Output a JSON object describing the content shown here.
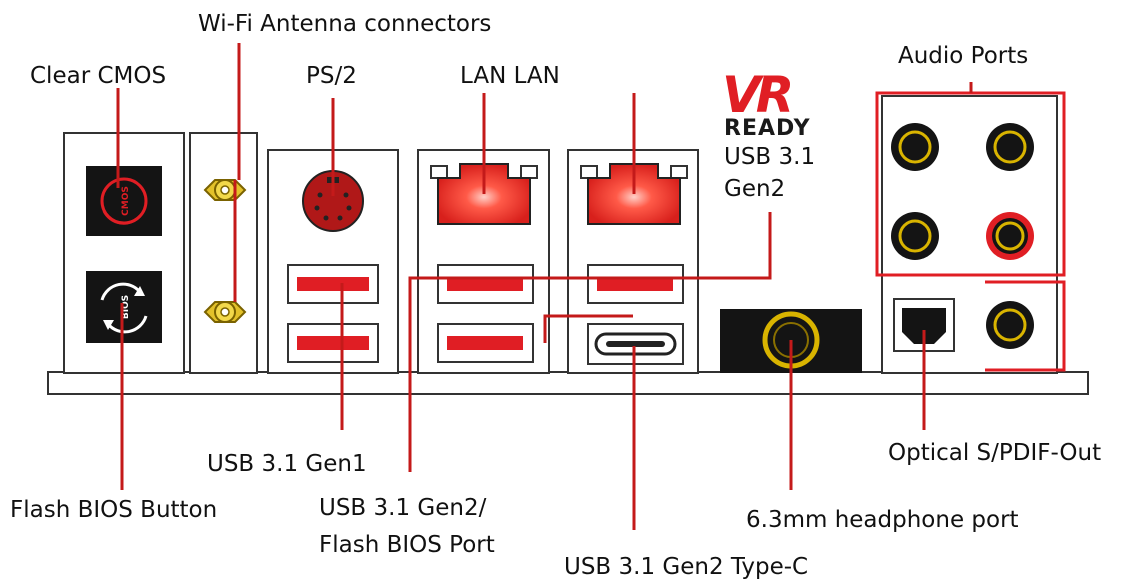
{
  "labels": {
    "wifi": "Wi-Fi Antenna connectors",
    "clear_cmos": "Clear CMOS",
    "ps2": "PS/2",
    "lan": "LAN LAN",
    "audio": "Audio Ports",
    "usb_gen2_top_line1": "USB 3.1",
    "usb_gen2_top_line2": "Gen2",
    "usb_gen1": "USB 3.1 Gen1",
    "flash_bios_button": "Flash BIOS Button",
    "usb_gen2_flash_line1": "USB 3.1 Gen2/",
    "usb_gen2_flash_line2": "Flash BIOS Port",
    "usb_typec": "USB 3.1 Gen2 Type-C",
    "headphone": "6.3mm headphone port",
    "optical": "Optical S/PDIF-Out"
  },
  "badge": {
    "logo_text": "VR",
    "ready_text": "READY"
  },
  "button_marks": {
    "clear_cmos": "CMOS",
    "flash_bios": "BIOS"
  },
  "colors": {
    "accent": "#e01e24",
    "port_black": "#141414",
    "gold": "#d9b400",
    "panel_line": "#333333"
  }
}
